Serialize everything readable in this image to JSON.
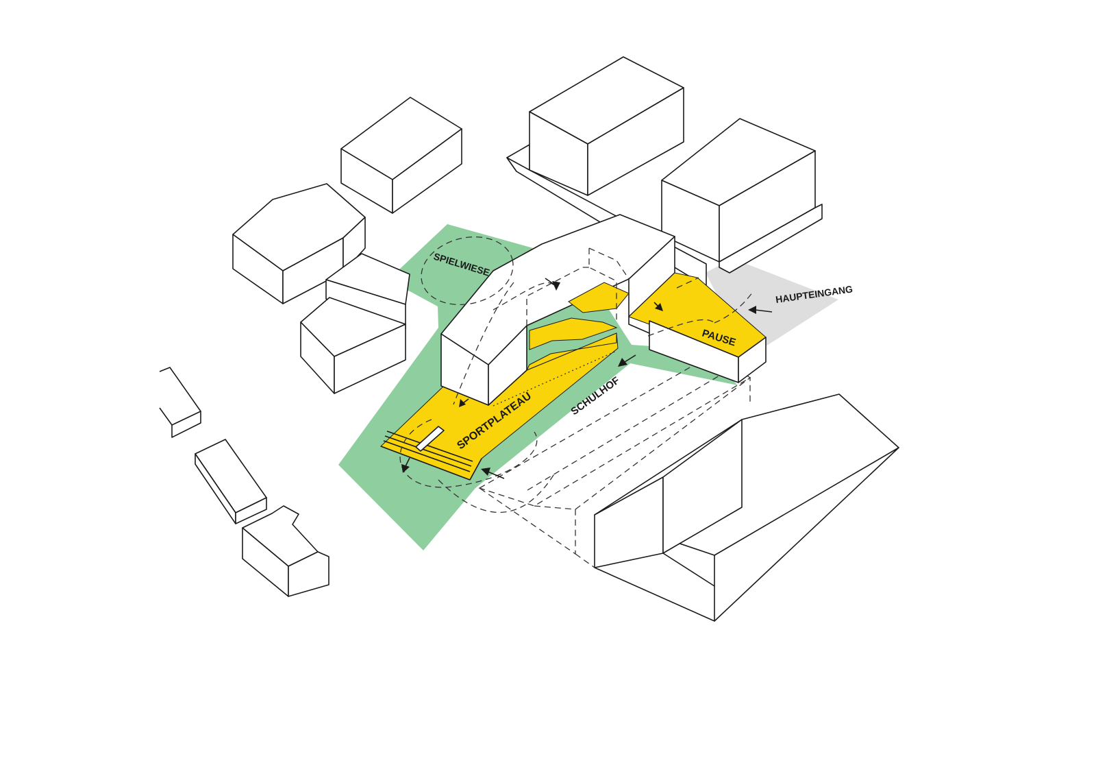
{
  "labels": {
    "spielwiese": "SPIELWIESE",
    "sportplateau": "SPORTPLATEAU",
    "schulhof": "SCHULHOF",
    "pause": "PAUSE",
    "haupteingang": "HAUPTEINGANG"
  },
  "colors": {
    "green": "#8fcf9f",
    "yellow": "#f9d40a",
    "grey": "#dedede",
    "line": "#1a1a1a"
  }
}
